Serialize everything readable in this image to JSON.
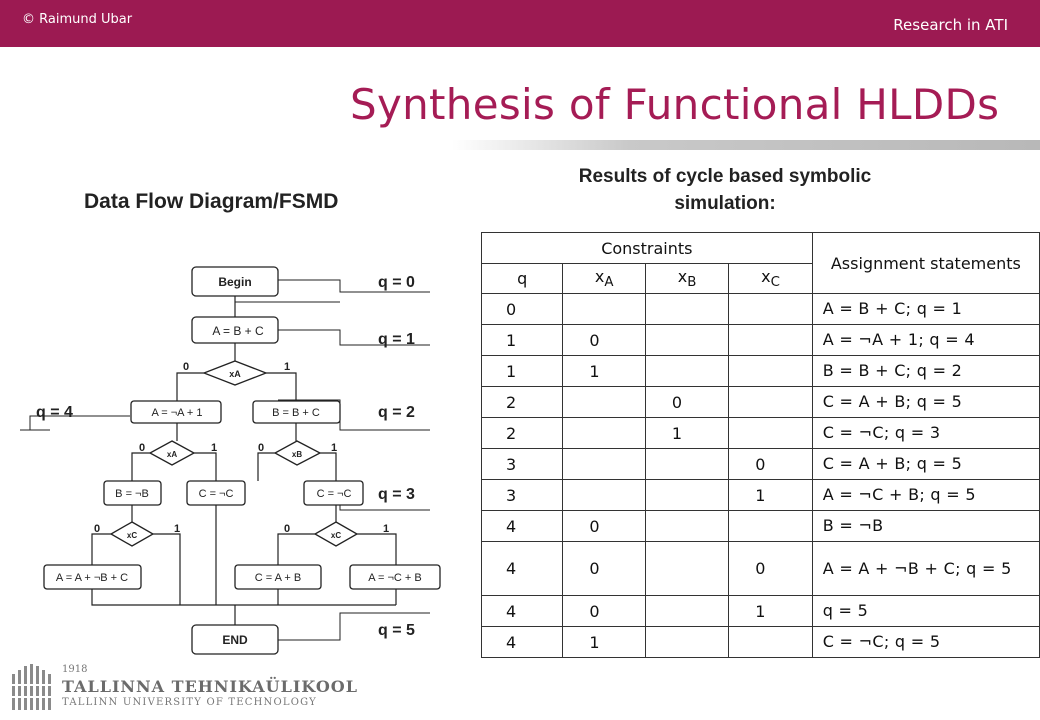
{
  "header": {
    "copyright": "© Raimund Ubar",
    "research": "Research in ATI"
  },
  "title": "Synthesis of Functional HLDDs",
  "left_heading": "Data Flow Diagram/FSMD",
  "right_heading_line1": "Results of cycle based symbolic",
  "right_heading_line2": "simulation:",
  "diagram": {
    "nodes": {
      "begin": "Begin",
      "n_abc": "A = B + C",
      "xa1": "xA",
      "a_neg": "A = ¬A + 1",
      "b_bc": "B = B + C",
      "xa2": "xA",
      "xb": "xB",
      "b_neg": "B = ¬B",
      "c_neg1": "C = ¬C",
      "c_neg2": "C = ¬C",
      "xc1": "xC",
      "xc2": "xC",
      "a_abc": "A = A + ¬B + C",
      "c_ab": "C = A + B",
      "a_ncb": "A = ¬C + B",
      "end": "END"
    },
    "state_labels": {
      "q0": "q = 0",
      "q1": "q = 1",
      "q2": "q = 2",
      "q3": "q = 3",
      "q4": "q = 4",
      "q5": "q = 5"
    },
    "branch": {
      "zero": "0",
      "one": "1"
    }
  },
  "table": {
    "constraints_header": "Constraints",
    "assign_header": "Assignment statements",
    "cols": [
      "q",
      "xA",
      "xB",
      "xC"
    ],
    "rows": [
      {
        "q": "0",
        "xa": "",
        "xb": "",
        "xc": "",
        "stmt": "A = B + C;  q = 1"
      },
      {
        "q": "1",
        "xa": "0",
        "xb": "",
        "xc": "",
        "stmt": "A = ¬A + 1;  q = 4"
      },
      {
        "q": "1",
        "xa": "1",
        "xb": "",
        "xc": "",
        "stmt": "B = B + C;  q = 2"
      },
      {
        "q": "2",
        "xa": "",
        "xb": "0",
        "xc": "",
        "stmt": "C = A + B;  q = 5"
      },
      {
        "q": "2",
        "xa": "",
        "xb": "1",
        "xc": "",
        "stmt": "C = ¬C;  q = 3"
      },
      {
        "q": "3",
        "xa": "",
        "xb": "",
        "xc": "0",
        "stmt": "C = A + B;  q = 5"
      },
      {
        "q": "3",
        "xa": "",
        "xb": "",
        "xc": "1",
        "stmt": "A = ¬C + B;  q = 5"
      },
      {
        "q": "4",
        "xa": "0",
        "xb": "",
        "xc": "",
        "stmt": "B = ¬B"
      },
      {
        "q": "4",
        "xa": "0",
        "xb": "",
        "xc": "0",
        "stmt": "A = A + ¬B + C;  q = 5"
      },
      {
        "q": "4",
        "xa": "0",
        "xb": "",
        "xc": "1",
        "stmt": "q = 5"
      },
      {
        "q": "4",
        "xa": "1",
        "xb": "",
        "xc": "",
        "stmt": "C = ¬C;  q = 5"
      }
    ]
  },
  "logo": {
    "year": "1918",
    "name": "TALLINNA TEHNIKAÜLIKOOL",
    "name_en": "TALLINN UNIVERSITY OF TECHNOLOGY"
  }
}
